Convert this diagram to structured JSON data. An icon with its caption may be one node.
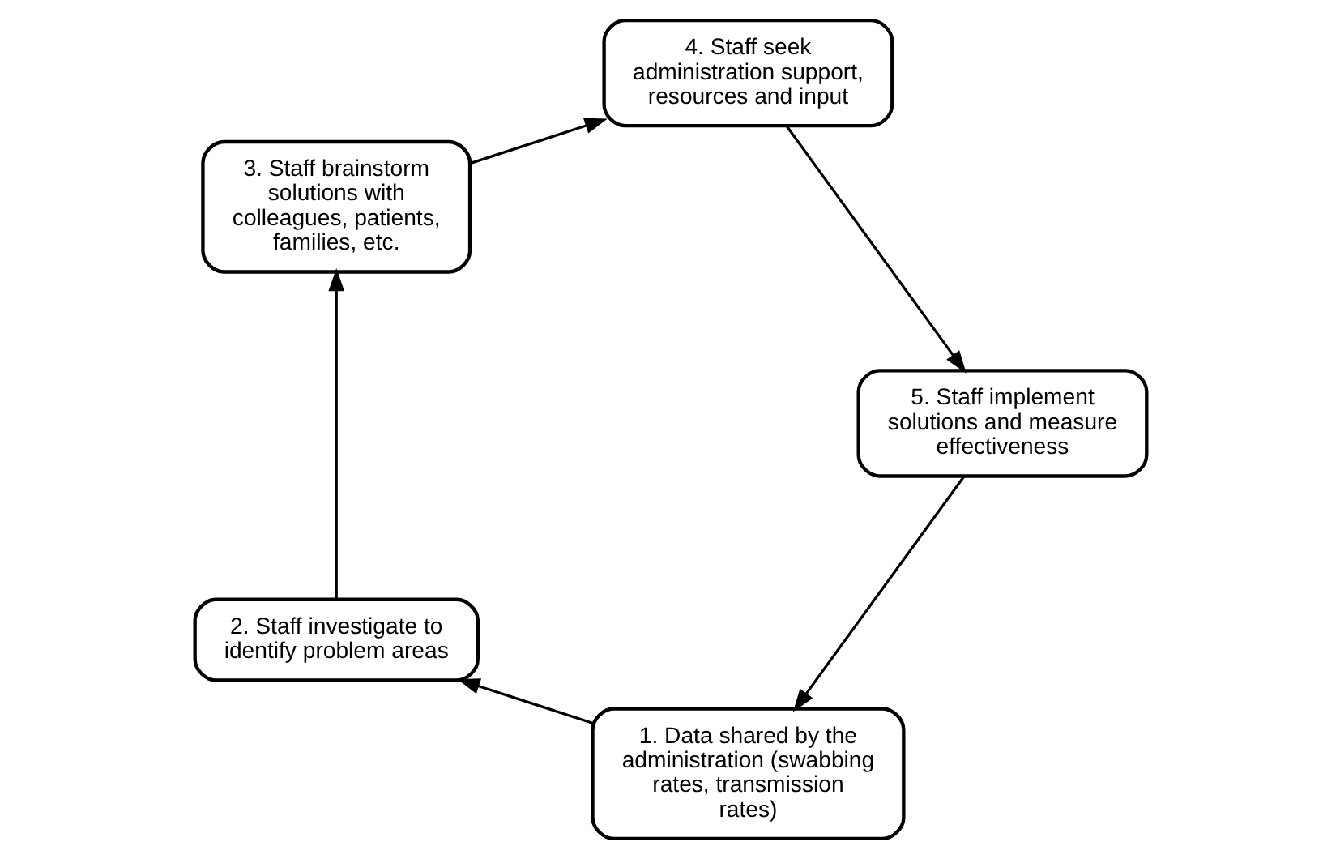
{
  "diagram": {
    "nodes": [
      {
        "text": [
          "1. Data shared by the administration (swabbing rates, transmission rates)"
        ]
      },
      {
        "text": [
          "2. Staff investigate to identify problem areas"
        ]
      },
      {
        "text": [
          "3. Staff brainstorm solutions with colleagues, patients, families, etc."
        ]
      },
      {
        "text": [
          "4. Staff seek administration support, resources and input"
        ]
      },
      {
        "text": [
          "5. Staff implement solutions and measure effectiveness"
        ]
      }
    ],
    "edges": [
      {
        "from": 0,
        "to": 1,
        "arrow": "to"
      },
      {
        "from": 1,
        "to": 2,
        "arrow": "to"
      },
      {
        "from": 2,
        "to": 3,
        "arrow": "to"
      },
      {
        "from": 3,
        "to": 4,
        "arrow": "to"
      },
      {
        "from": 4,
        "to": 0,
        "arrow": "to"
      }
    ]
  }
}
